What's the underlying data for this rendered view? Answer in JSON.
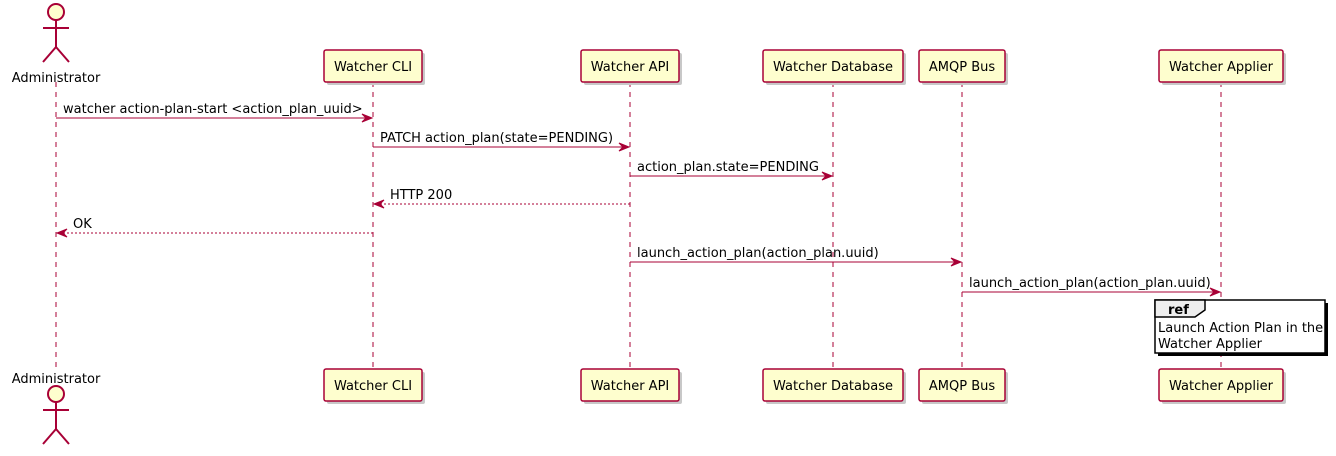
{
  "participants": [
    {
      "id": "admin",
      "label": "Administrator",
      "kind": "actor"
    },
    {
      "id": "cli",
      "label": "Watcher CLI",
      "kind": "participant"
    },
    {
      "id": "api",
      "label": "Watcher API",
      "kind": "participant"
    },
    {
      "id": "db",
      "label": "Watcher Database",
      "kind": "participant"
    },
    {
      "id": "amqp",
      "label": "AMQP Bus",
      "kind": "participant"
    },
    {
      "id": "applier",
      "label": "Watcher Applier",
      "kind": "participant"
    }
  ],
  "messages": [
    {
      "from": "admin",
      "to": "cli",
      "label": "watcher action-plan-start <action_plan_uuid>",
      "style": "solid"
    },
    {
      "from": "cli",
      "to": "api",
      "label": "PATCH action_plan(state=PENDING)",
      "style": "solid"
    },
    {
      "from": "api",
      "to": "db",
      "label": "action_plan.state=PENDING",
      "style": "solid"
    },
    {
      "from": "api",
      "to": "cli",
      "label": "HTTP 200",
      "style": "dashed"
    },
    {
      "from": "cli",
      "to": "admin",
      "label": "OK",
      "style": "dashed"
    },
    {
      "from": "api",
      "to": "amqp",
      "label": "launch_action_plan(action_plan.uuid)",
      "style": "solid"
    },
    {
      "from": "amqp",
      "to": "applier",
      "label": "launch_action_plan(action_plan.uuid)",
      "style": "solid"
    }
  ],
  "ref": {
    "tag": "ref",
    "lines": [
      "Launch Action Plan in the",
      "Watcher Applier"
    ]
  },
  "colors": {
    "stroke": "#A80036",
    "participant_fill": "#FEFECE",
    "ref_tab_fill": "#EEEEEE"
  }
}
